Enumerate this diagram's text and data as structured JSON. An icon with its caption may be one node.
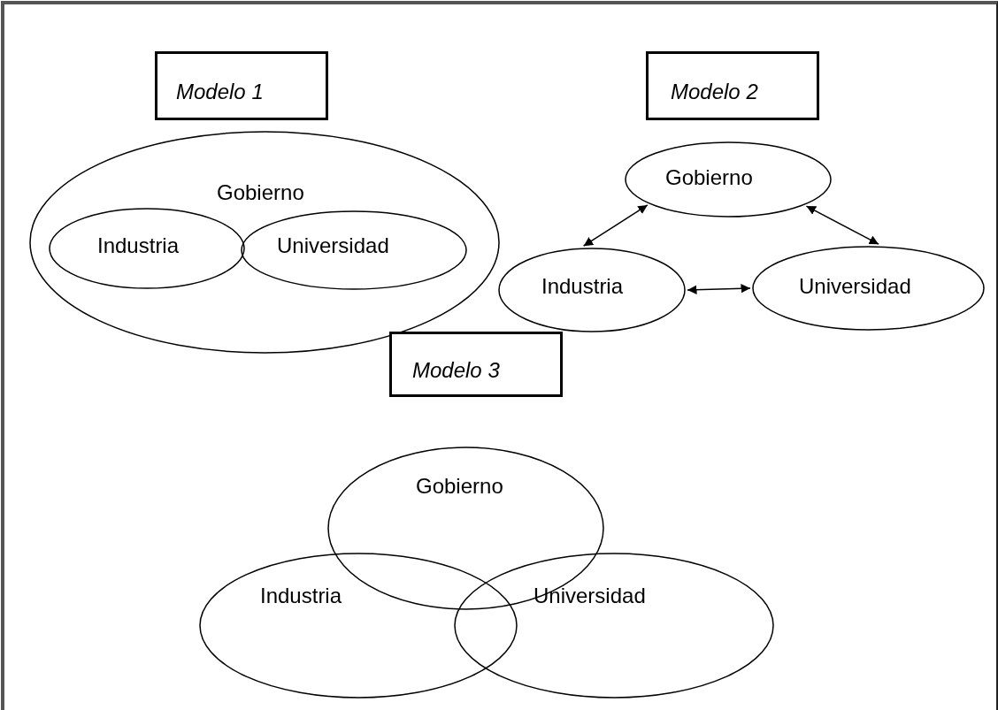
{
  "diagram": {
    "nodes": [
      {
        "text": [
          "Modelo 1"
        ]
      },
      {
        "text": [
          "Gobierno"
        ]
      },
      {
        "text": [
          "Industria"
        ],
        "in": 1
      },
      {
        "text": [
          "Universidad"
        ],
        "in": 1
      },
      {
        "text": [
          "Modelo 2"
        ]
      },
      {
        "text": [
          "Gobierno"
        ]
      },
      {
        "text": [
          "Industria"
        ]
      },
      {
        "text": [
          "Universidad"
        ]
      },
      {
        "text": [
          "Modelo 3"
        ]
      },
      {
        "text": [
          "Gobierno"
        ]
      },
      {
        "text": [
          "Industria"
        ]
      },
      {
        "text": [
          "Universidad"
        ]
      }
    ],
    "edges": [
      {
        "from": 6,
        "to": 5,
        "arrow": "both"
      },
      {
        "from": 5,
        "to": 7,
        "arrow": "both"
      },
      {
        "from": 6,
        "to": 7,
        "arrow": "both"
      }
    ]
  }
}
